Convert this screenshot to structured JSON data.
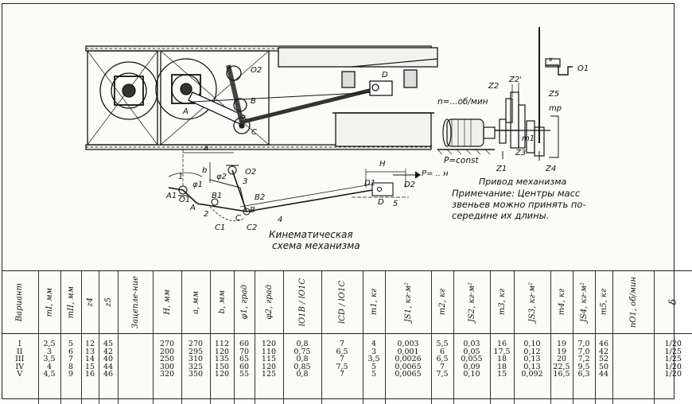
{
  "figure": {
    "left_labels": {
      "O2": "O2",
      "B": "B",
      "A": "A",
      "C": "C",
      "D": "D"
    },
    "kinematic_labels": {
      "a": "a",
      "b": "b",
      "H": "H",
      "A1": "A1",
      "O1": "O1",
      "A": "A",
      "2": "2",
      "C1": "C1",
      "C": "C",
      "C2": "C2",
      "B": "B",
      "B2": "B2",
      "O2": "O2",
      "3": "3",
      "4": "4",
      "D1": "D1",
      "D": "D",
      "D2": "D2",
      "5": "5",
      "force": "P= .. н",
      "phi1": "φ1",
      "phi2": "φ2",
      "1": "1",
      "B1": "B1"
    },
    "kinematic_caption_line1": "Кинематическая",
    "kinematic_caption_line2": "схема механизма",
    "drive_labels": {
      "z2": "Z2",
      "z2p": "Z2'",
      "z5": "Z5",
      "mp": "mр",
      "m1": "m1",
      "z3": "Z3",
      "z1": "Z1",
      "z4": "Z4",
      "o1": "O1",
      "n_label": "n=...об/мин",
      "p_const": "P=const",
      "drive_caption": "Привод механизма",
      "x": "x"
    },
    "note_line1": "Примечание: Центры масс",
    "note_line2": "звеньев можно принять по-",
    "note_line3": "середине их длины."
  },
  "table": {
    "headers": [
      "Вариант",
      "mI, мм",
      "mII, мм",
      "z4",
      "z5",
      "Зацепле-ние",
      "H, мм",
      "a, мм",
      "b, мм",
      "φ1, град",
      "φ2, град",
      "lO1B / lO1C",
      "lCD / lO1C",
      "m1, кг",
      "JS1, кг·м²",
      "m2, кг",
      "JS2, кг·м²",
      "m3, кг",
      "JS3, кг·м²",
      "m4, кг",
      "JS4, кг·м²",
      "m5, кг",
      "nO1, об/мин",
      "δ"
    ],
    "columns": [
      [
        "I",
        "II",
        "III",
        "IV",
        "V"
      ],
      [
        "2,5",
        "3",
        "3,5",
        "4",
        "4,5"
      ],
      [
        "5",
        "6",
        "7",
        "8",
        "9"
      ],
      [
        "12",
        "13",
        "14",
        "15",
        "16"
      ],
      [
        "45",
        "42",
        "40",
        "44",
        "46"
      ],
      [
        "",
        "",
        "",
        "",
        ""
      ],
      [
        "270",
        "200",
        "250",
        "300",
        "320"
      ],
      [
        "270",
        "295",
        "310",
        "325",
        "350"
      ],
      [
        "112",
        "120",
        "135",
        "150",
        "120"
      ],
      [
        "60",
        "70",
        "65",
        "60",
        "55"
      ],
      [
        "120",
        "110",
        "115",
        "120",
        "125"
      ],
      [
        "0,8",
        "0,75",
        "0,8",
        "0,85",
        "0,8"
      ],
      [
        "7",
        "6,5",
        "7",
        "7,5",
        "7"
      ],
      [
        "4",
        "3",
        "3,5",
        "5",
        "5"
      ],
      [
        "0,003",
        "0,001",
        "0,0026",
        "0,0065",
        "0,0065"
      ],
      [
        "5,5",
        "6",
        "6,5",
        "7",
        "7,5"
      ],
      [
        "0,03",
        "0,05",
        "0,055",
        "0,09",
        "0,10"
      ],
      [
        "16",
        "17,5",
        "18",
        "18",
        "15"
      ],
      [
        "0,10",
        "0,12",
        "0,13",
        "0,13",
        "0,092"
      ],
      [
        "19",
        "19",
        "20",
        "22,5",
        "16,5"
      ],
      [
        "7,0",
        "7,0",
        "7,2",
        "9,5",
        "6,3"
      ],
      [
        "46",
        "42",
        "52",
        "50",
        "44"
      ],
      [
        "",
        "",
        "",
        "",
        ""
      ],
      [
        "1/20",
        "1/25",
        "1/25",
        "1/20",
        "1/20"
      ]
    ]
  }
}
